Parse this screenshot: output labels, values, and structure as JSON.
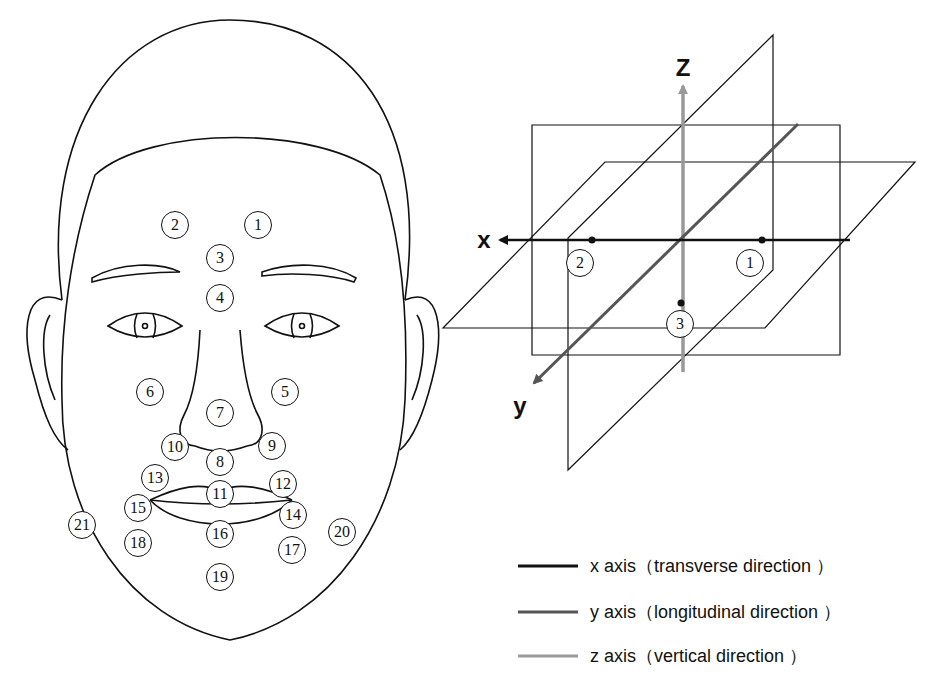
{
  "diagram": {
    "nodes": [
      {
        "text": [
          "1"
        ]
      },
      {
        "text": [
          "2"
        ]
      },
      {
        "text": [
          "3"
        ]
      },
      {
        "text": [
          "4"
        ]
      },
      {
        "text": [
          "5"
        ]
      },
      {
        "text": [
          "6"
        ]
      },
      {
        "text": [
          "7"
        ]
      },
      {
        "text": [
          "8"
        ]
      },
      {
        "text": [
          "9"
        ]
      },
      {
        "text": [
          "10"
        ]
      },
      {
        "text": [
          "11"
        ]
      },
      {
        "text": [
          "12"
        ]
      },
      {
        "text": [
          "13"
        ]
      },
      {
        "text": [
          "14"
        ]
      },
      {
        "text": [
          "15"
        ]
      },
      {
        "text": [
          "16"
        ]
      },
      {
        "text": [
          "17"
        ]
      },
      {
        "text": [
          "18"
        ]
      },
      {
        "text": [
          "19"
        ]
      },
      {
        "text": [
          "20"
        ]
      },
      {
        "text": [
          "21"
        ]
      },
      {
        "text": [
          "1"
        ]
      },
      {
        "text": [
          "2"
        ]
      },
      {
        "text": [
          "3"
        ]
      }
    ],
    "labels": [
      "Z",
      "x",
      "y"
    ],
    "legend": [
      {
        "text": "x axis（transverse direction ）"
      },
      {
        "text": "y axis（longitudinal direction ）"
      },
      {
        "text": "z axis（vertical direction ）"
      }
    ]
  }
}
